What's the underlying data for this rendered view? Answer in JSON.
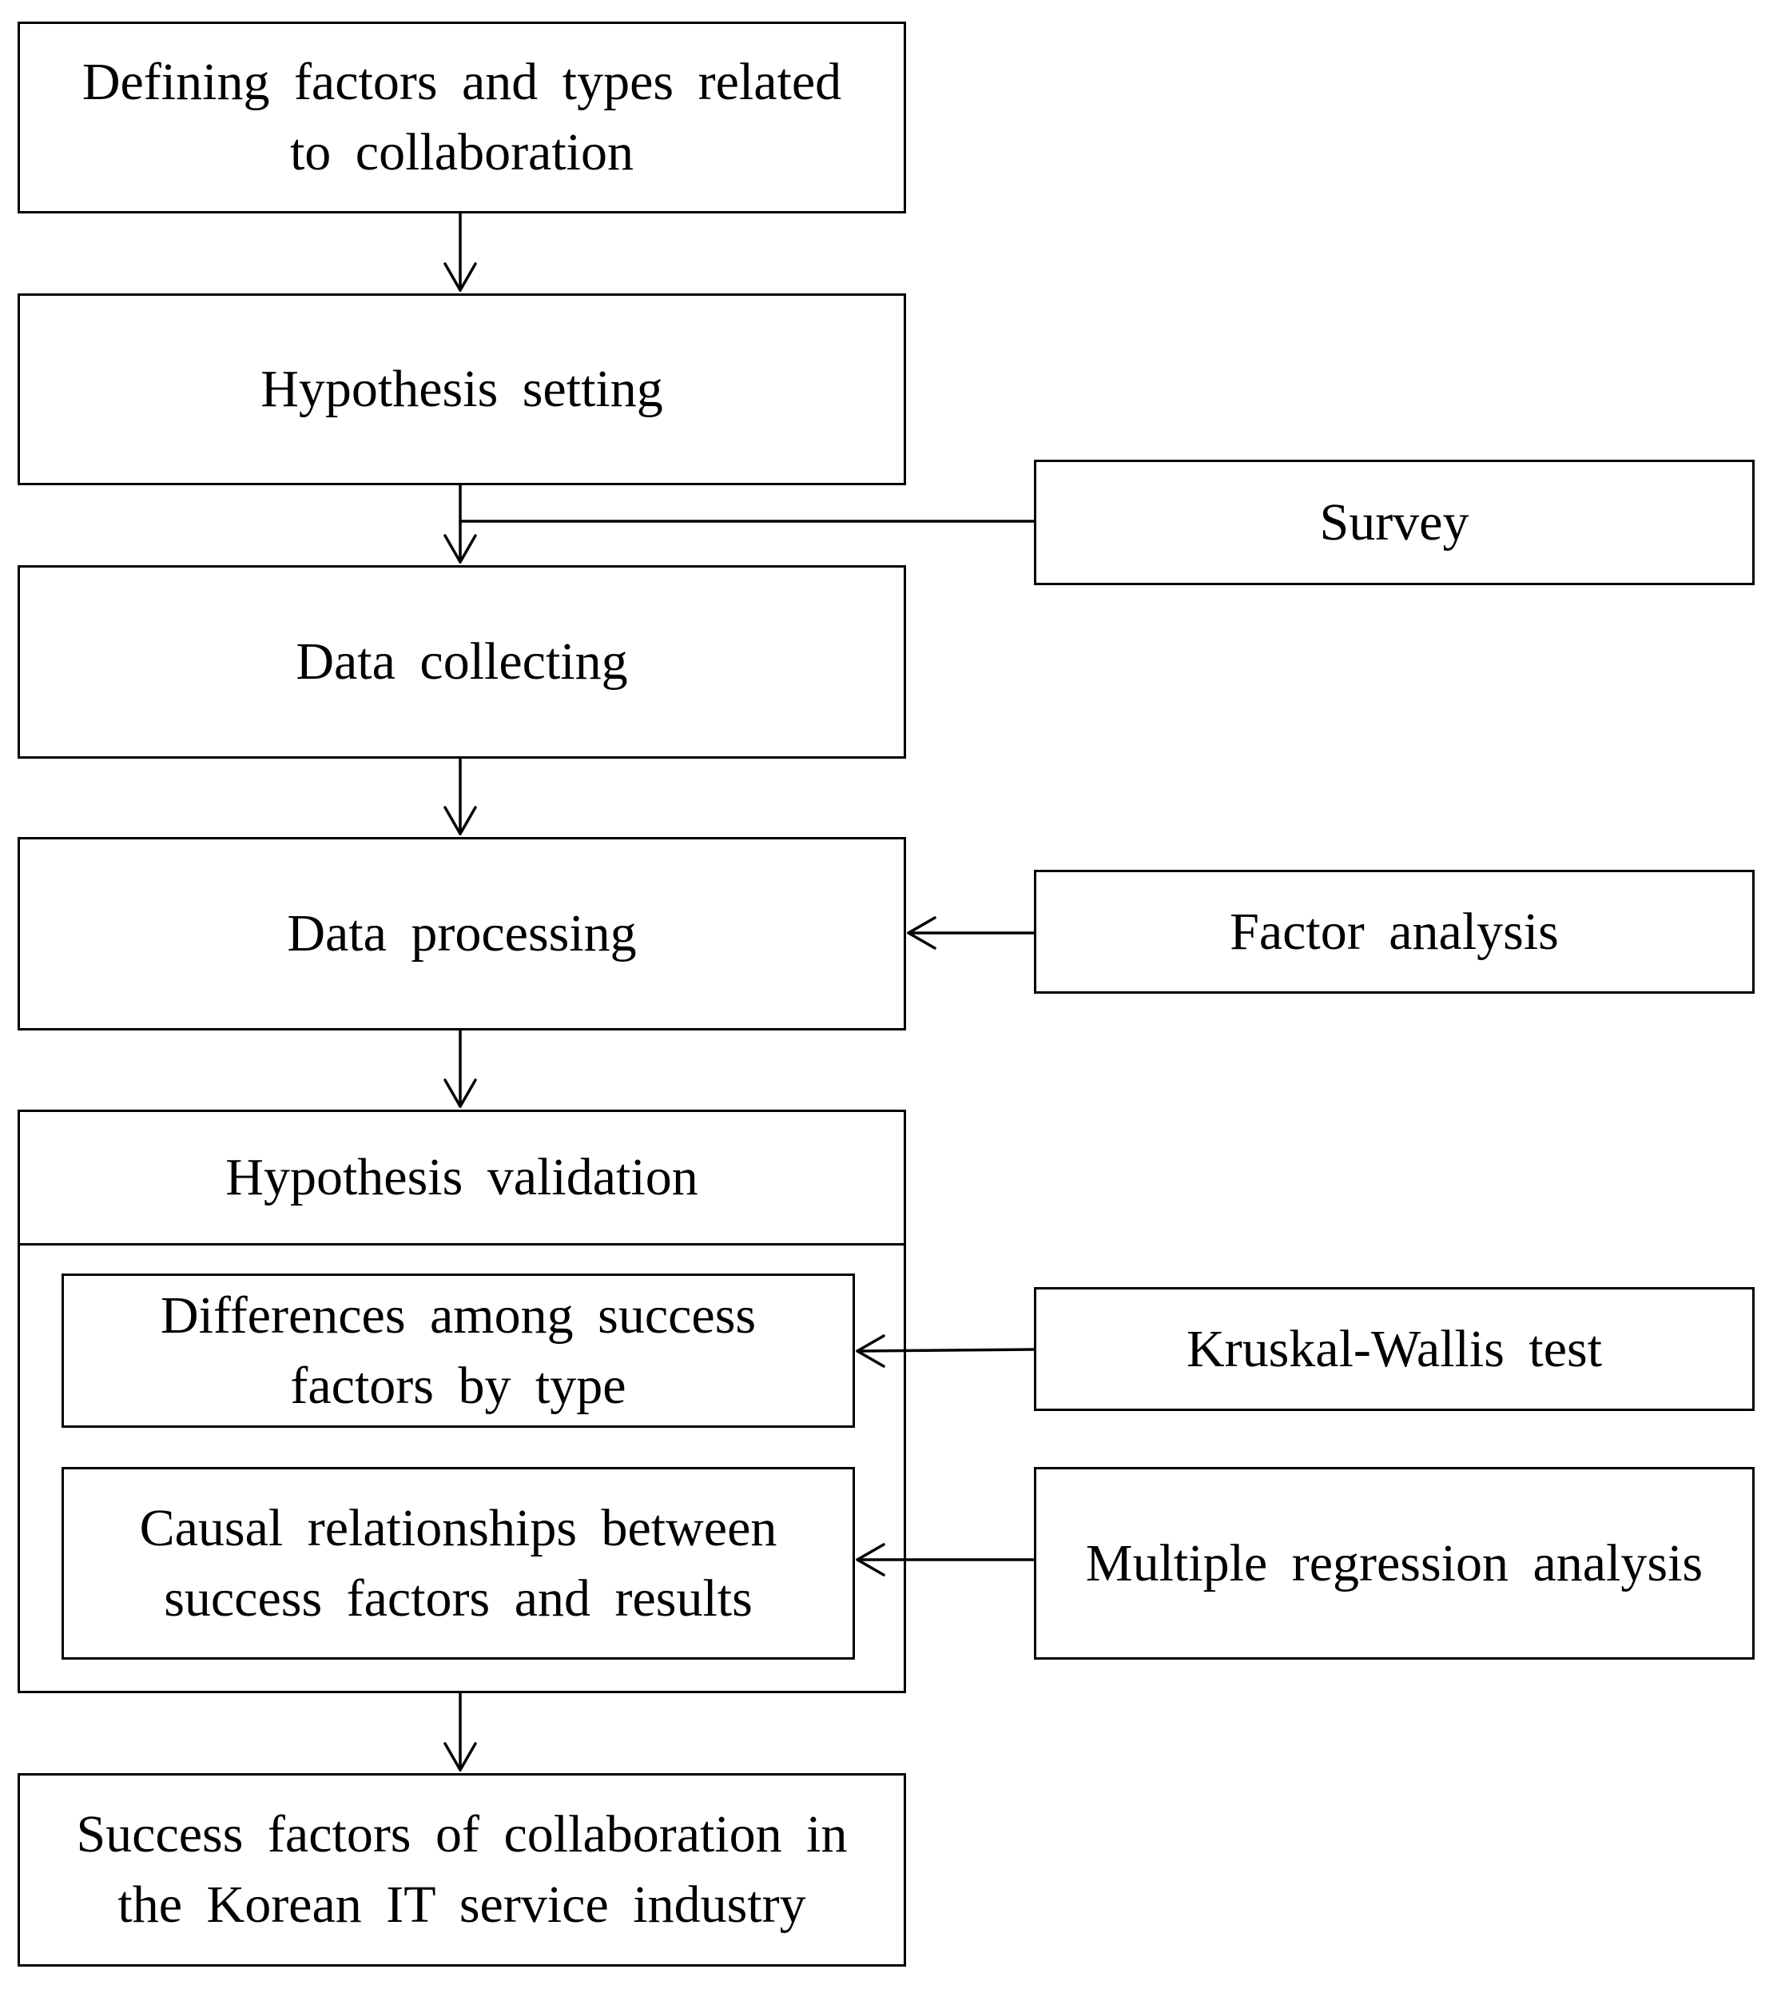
{
  "steps": {
    "defining": "Defining factors and types related to collaboration",
    "hypothesis_setting": "Hypothesis setting",
    "data_collecting": "Data collecting",
    "data_processing": "Data processing",
    "hypothesis_validation": {
      "title": "Hypothesis validation",
      "sub_differences": "Differences among success factors by type",
      "sub_causal": "Causal relationships between success factors and results"
    },
    "result": "Success factors of collaboration in the Korean IT service industry"
  },
  "methods": {
    "survey": "Survey",
    "factor_analysis": "Factor analysis",
    "kruskal_wallis": "Kruskal-Wallis test",
    "multiple_regression": "Multiple regression analysis"
  }
}
